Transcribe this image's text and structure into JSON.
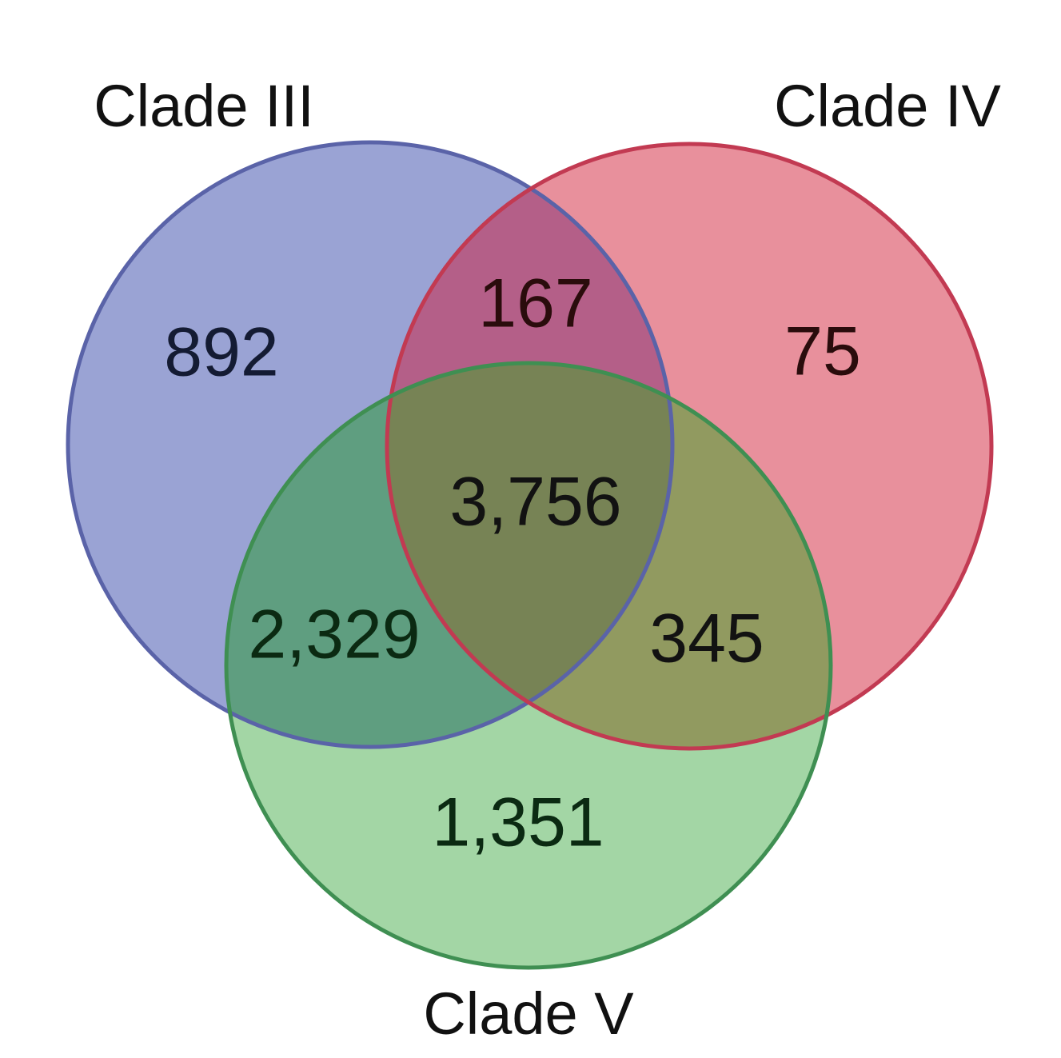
{
  "figure": {
    "type": "venn-diagram",
    "sets_count": 3,
    "background_color": "#ffffff"
  },
  "chart_data": {
    "type": "venn",
    "title": "",
    "set_labels": [
      "Clade III",
      "Clade IV",
      "Clade V"
    ],
    "regions": [
      {
        "key": "III_only",
        "label": "892",
        "value": 892,
        "sets": [
          "Clade III"
        ]
      },
      {
        "key": "IV_only",
        "label": "75",
        "value": 75,
        "sets": [
          "Clade IV"
        ]
      },
      {
        "key": "V_only",
        "label": "1,351",
        "value": 1351,
        "sets": [
          "Clade V"
        ]
      },
      {
        "key": "III_IV",
        "label": "167",
        "value": 167,
        "sets": [
          "Clade III",
          "Clade IV"
        ]
      },
      {
        "key": "III_V",
        "label": "2,329",
        "value": 2329,
        "sets": [
          "Clade III",
          "Clade V"
        ]
      },
      {
        "key": "IV_V",
        "label": "345",
        "value": 345,
        "sets": [
          "Clade IV",
          "Clade V"
        ]
      },
      {
        "key": "III_IV_V",
        "label": "3,756",
        "value": 3756,
        "sets": [
          "Clade III",
          "Clade IV",
          "Clade V"
        ]
      }
    ],
    "colors": {
      "clade_iii_fill": "#9aa3d4",
      "clade_iii_stroke": "#5a63a8",
      "clade_iv_fill": "#e8909c",
      "clade_iv_stroke": "#c23a52",
      "clade_v_fill": "#a3d6a5",
      "clade_v_stroke": "#3f8f52",
      "iii_iv_overlap": "#b45f88",
      "iii_v_overlap": "#5f9e80",
      "iv_v_overlap": "#919a60",
      "triple_overlap": "#778355",
      "text": "#111111"
    }
  },
  "labels": {
    "clade_iii": "Clade III",
    "clade_iv": "Clade IV",
    "clade_v": "Clade V"
  },
  "counts": {
    "clade_iii_only": "892",
    "clade_iv_only": "75",
    "clade_v_only": "1,351",
    "clade_iii_iv": "167",
    "clade_iii_v": "2,329",
    "clade_iv_v": "345",
    "all_three": "3,756"
  }
}
